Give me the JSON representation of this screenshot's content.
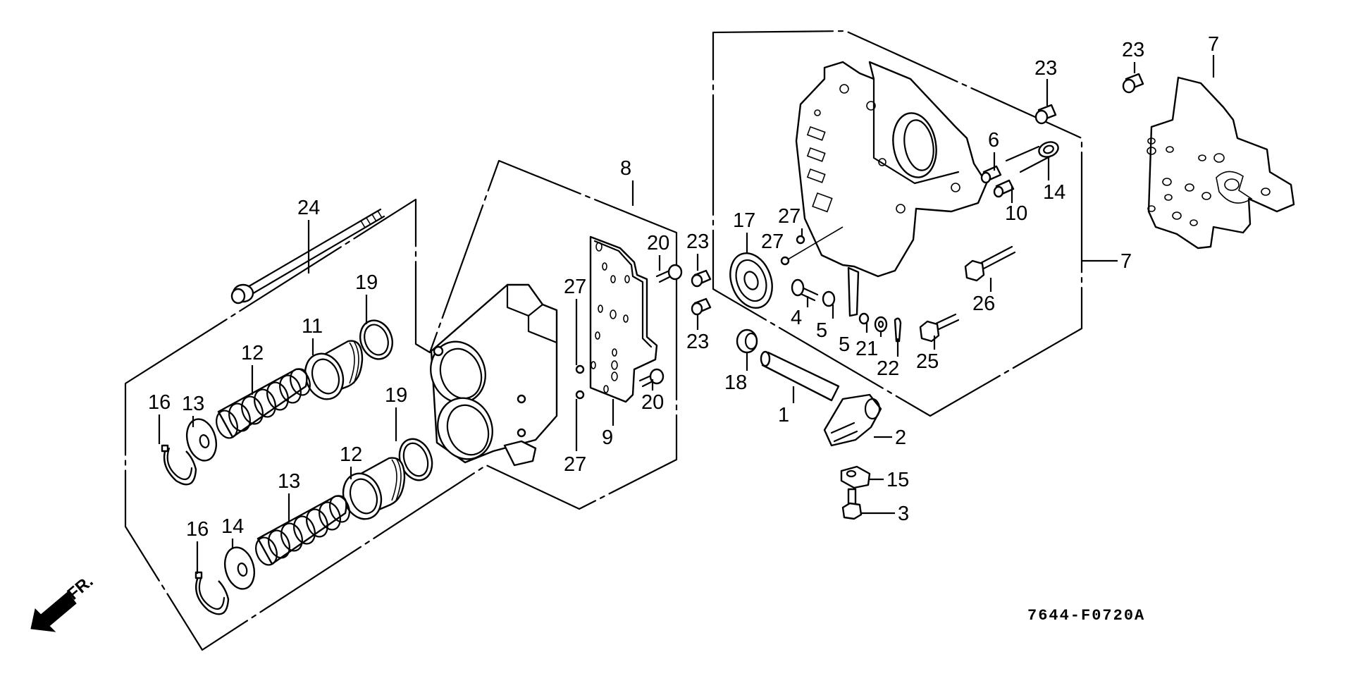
{
  "diagram": {
    "title_code": "7644-F0720A",
    "direction_label": "FR.",
    "colors": {
      "line": "#000000",
      "background": "#ffffff"
    },
    "callouts": [
      {
        "id": "c1",
        "label": "1"
      },
      {
        "id": "c2",
        "label": "2"
      },
      {
        "id": "c3",
        "label": "3"
      },
      {
        "id": "c4",
        "label": "4"
      },
      {
        "id": "c5a",
        "label": "5"
      },
      {
        "id": "c5b",
        "label": "5"
      },
      {
        "id": "c6",
        "label": "6"
      },
      {
        "id": "c7a",
        "label": "7"
      },
      {
        "id": "c7b",
        "label": "7"
      },
      {
        "id": "c8",
        "label": "8"
      },
      {
        "id": "c9",
        "label": "9"
      },
      {
        "id": "c10",
        "label": "10"
      },
      {
        "id": "c11",
        "label": "11"
      },
      {
        "id": "c12a",
        "label": "12"
      },
      {
        "id": "c12b",
        "label": "12"
      },
      {
        "id": "c13a",
        "label": "13"
      },
      {
        "id": "c13b",
        "label": "13"
      },
      {
        "id": "c14a",
        "label": "14"
      },
      {
        "id": "c14b",
        "label": "14"
      },
      {
        "id": "c15",
        "label": "15"
      },
      {
        "id": "c16a",
        "label": "16"
      },
      {
        "id": "c16b",
        "label": "16"
      },
      {
        "id": "c17",
        "label": "17"
      },
      {
        "id": "c18",
        "label": "18"
      },
      {
        "id": "c19a",
        "label": "19"
      },
      {
        "id": "c19b",
        "label": "19"
      },
      {
        "id": "c20a",
        "label": "20"
      },
      {
        "id": "c20b",
        "label": "20"
      },
      {
        "id": "c21",
        "label": "21"
      },
      {
        "id": "c22",
        "label": "22"
      },
      {
        "id": "c23a",
        "label": "23"
      },
      {
        "id": "c23b",
        "label": "23"
      },
      {
        "id": "c23c",
        "label": "23"
      },
      {
        "id": "c23d",
        "label": "23"
      },
      {
        "id": "c24",
        "label": "24"
      },
      {
        "id": "c25",
        "label": "25"
      },
      {
        "id": "c26",
        "label": "26"
      },
      {
        "id": "c27a",
        "label": "27"
      },
      {
        "id": "c27b",
        "label": "27"
      },
      {
        "id": "c27c",
        "label": "27"
      },
      {
        "id": "c27d",
        "label": "27"
      }
    ]
  }
}
